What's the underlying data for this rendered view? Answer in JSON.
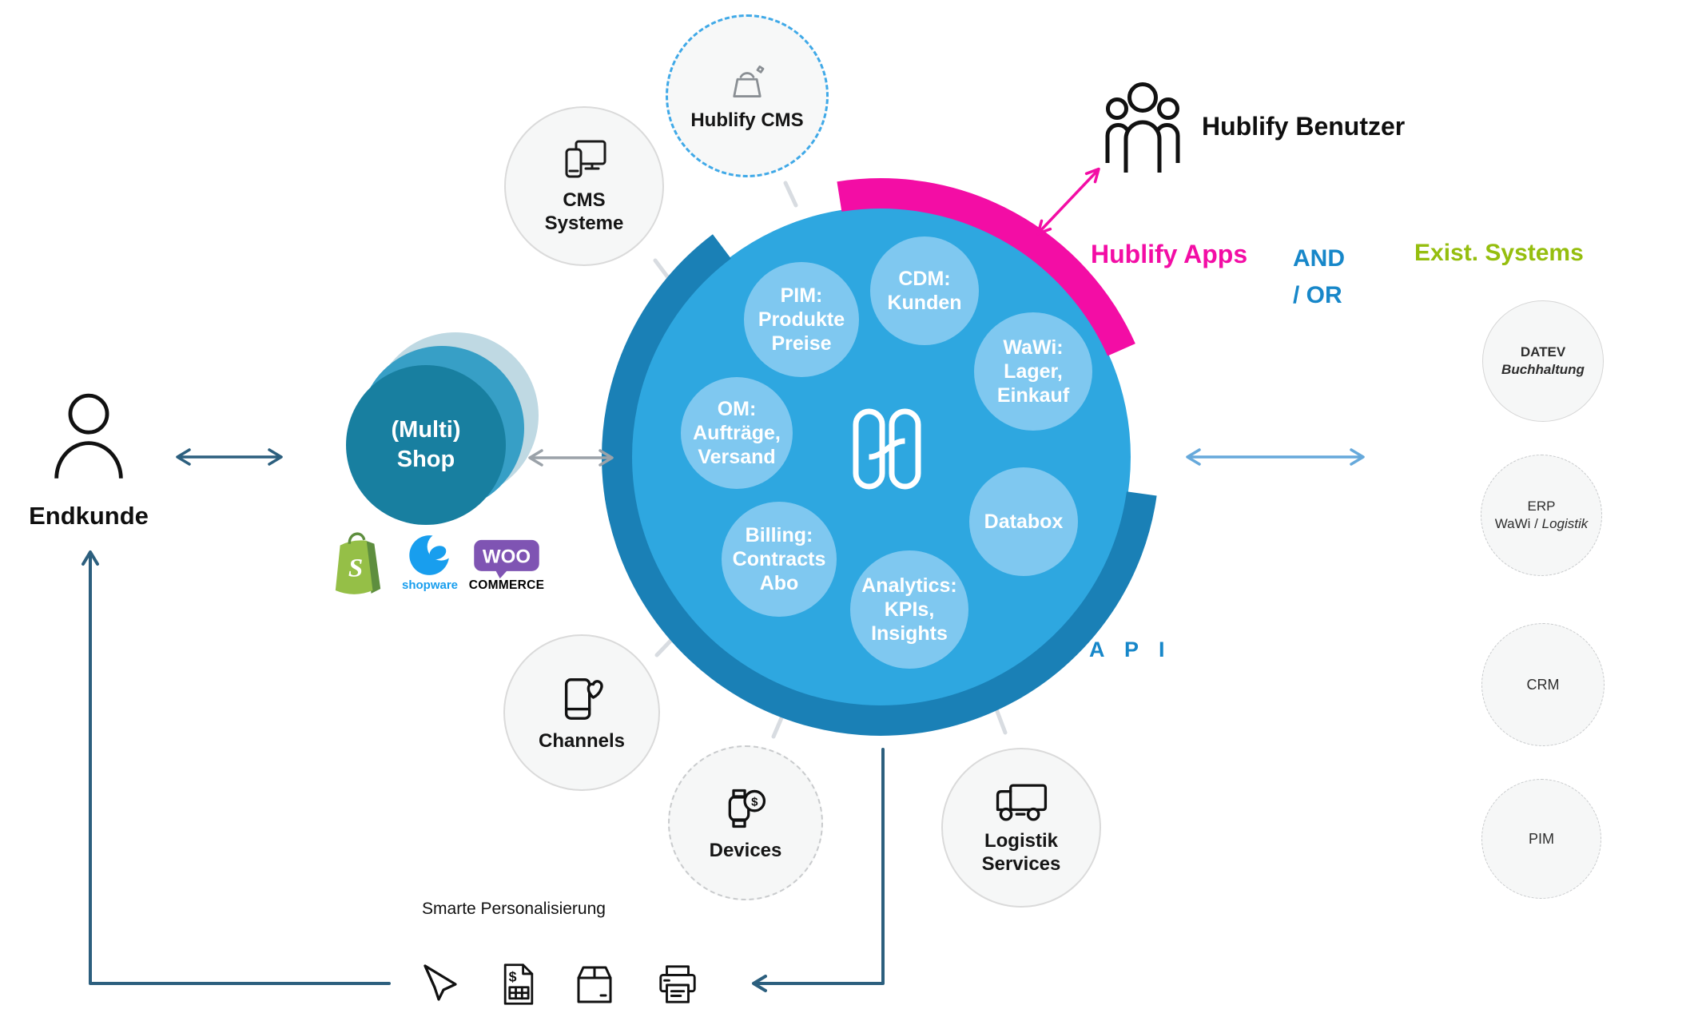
{
  "colors": {
    "hub_blue": "#2EA7E0",
    "hub_ring_dark": "#1A80B6",
    "bubble_blue": "#7FC8F0",
    "magenta": "#F30DA5",
    "label_blue": "#1787C9",
    "label_green": "#95BE0E",
    "navy_arrow": "#2C5F7E",
    "gray_arrow": "#9BA2A9",
    "light_blue_arrow": "#66A9DB",
    "shop_teal": "#187FA0",
    "shopify_green": "#95BF47",
    "shopware_blue": "#189EEE",
    "woo_purple": "#7F54B3"
  },
  "endkunde": {
    "label": "Endkunde"
  },
  "multishop": {
    "line1": "(Multi)",
    "line2": "Shop",
    "shopify_letter": "S",
    "shopware_label": "shopware",
    "woo_label": "WOO",
    "woo_sublabel": "COMMERCE"
  },
  "hub": {
    "api_label": "A P I",
    "bubbles": [
      {
        "lines": [
          "PIM:",
          "Produkte",
          "Preise"
        ]
      },
      {
        "lines": [
          "CDM:",
          "Kunden"
        ]
      },
      {
        "lines": [
          "WaWi:",
          "Lager,",
          "Einkauf"
        ]
      },
      {
        "lines": [
          "OM:",
          "Aufträge,",
          "Versand"
        ]
      },
      {
        "lines": [
          "Databox"
        ]
      },
      {
        "lines": [
          "Billing:",
          "Contracts",
          "Abo"
        ]
      },
      {
        "lines": [
          "Analytics:",
          "KPIs,",
          "Insights"
        ]
      }
    ]
  },
  "satellites": {
    "hublify_cms": {
      "label": "Hublify CMS"
    },
    "cms_systeme": {
      "line1": "CMS",
      "line2": "Systeme"
    },
    "channels": {
      "label": "Channels"
    },
    "devices": {
      "label": "Devices"
    },
    "logistik": {
      "line1": "Logistik",
      "line2": "Services"
    }
  },
  "benutzer": {
    "label": "Hublify Benutzer"
  },
  "legend": {
    "hublify_apps": "Hublify Apps",
    "and_line": "AND",
    "or_line": "/ OR",
    "exist_systems": "Exist. Systems"
  },
  "exist_circles": [
    {
      "line1": "DATEV",
      "line2": "Buchhaltung"
    },
    {
      "line1": "ERP",
      "line2_prefix": "WaWi / ",
      "line2_italic": "Logistik"
    },
    {
      "line1": "CRM"
    },
    {
      "line1": "PIM"
    }
  ],
  "personalisierung": {
    "label": "Smarte Personalisierung"
  },
  "icons": [
    "person-icon",
    "users-group-icon",
    "multi-device-icon",
    "shopping-bag-sparkle-icon",
    "phone-heart-icon",
    "smartwatch-pay-icon",
    "delivery-truck-icon",
    "paper-plane-icon",
    "invoice-icon",
    "package-icon",
    "printer-icon",
    "hublify-logo-icon",
    "shopify-logo-icon",
    "shopware-logo-icon",
    "woocommerce-logo-icon"
  ]
}
